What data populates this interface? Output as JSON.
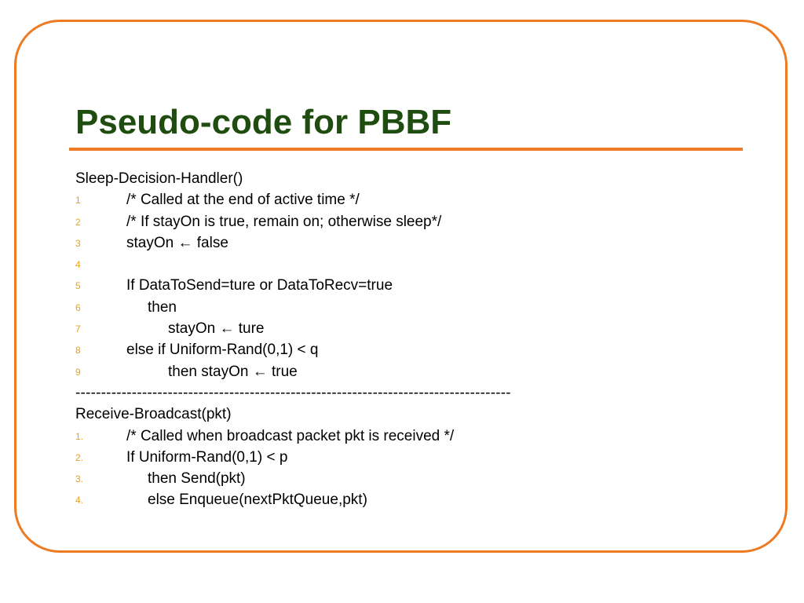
{
  "slide": {
    "title": "Pseudo-code for PBBF",
    "section1": {
      "heading": "Sleep-Decision-Handler()",
      "lines": [
        {
          "num": "1",
          "text": "/* Called at the end of active time */"
        },
        {
          "num": "2",
          "text": "/* If stayOn is true, remain on; otherwise sleep*/"
        },
        {
          "num": "3",
          "text": "stayOn ← false"
        },
        {
          "num": "4",
          "text": ""
        },
        {
          "num": "5",
          "text": "If DataToSend=ture or DataToRecv=true"
        },
        {
          "num": "6",
          "text": "then"
        },
        {
          "num": "7",
          "text": "stayOn ← ture"
        },
        {
          "num": "8",
          "text": "else if Uniform-Rand(0,1) < q"
        },
        {
          "num": "9",
          "text": "then stayOn ← true"
        }
      ]
    },
    "separator": "-------------------------------------------------------------------------------------",
    "section2": {
      "heading": "Receive-Broadcast(pkt)",
      "lines": [
        {
          "num": "1.",
          "text": "/* Called when broadcast packet pkt is received */"
        },
        {
          "num": "2.",
          "text": "If Uniform-Rand(0,1) < p"
        },
        {
          "num": "3.",
          "text": "then Send(pkt)"
        },
        {
          "num": "4.",
          "text": "else Enqueue(nextPktQueue,pkt)"
        }
      ]
    },
    "colors": {
      "frame": "#ec7b24",
      "title": "#1f4d0f",
      "line_numbers": "#e8a21a"
    }
  }
}
